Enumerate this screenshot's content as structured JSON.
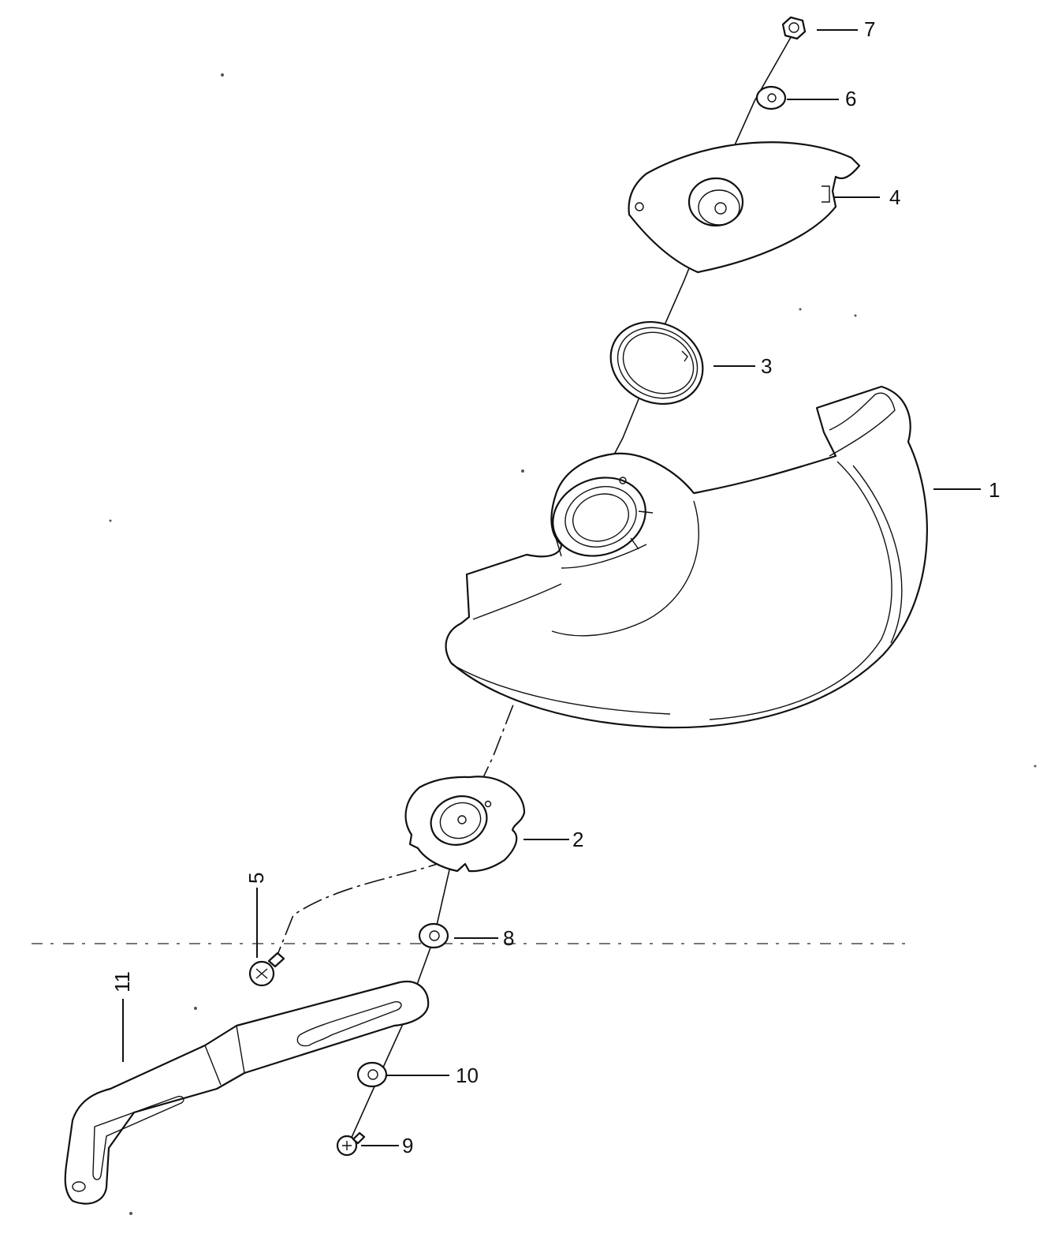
{
  "diagram": {
    "callouts": [
      {
        "id": "1",
        "text": "1"
      },
      {
        "id": "2",
        "text": "2"
      },
      {
        "id": "3",
        "text": "3"
      },
      {
        "id": "4",
        "text": "4"
      },
      {
        "id": "5",
        "text": "5"
      },
      {
        "id": "6",
        "text": "6"
      },
      {
        "id": "7",
        "text": "7"
      },
      {
        "id": "8",
        "text": "8"
      },
      {
        "id": "9",
        "text": "9"
      },
      {
        "id": "10",
        "text": "10"
      },
      {
        "id": "11",
        "text": "11"
      }
    ],
    "parts": [
      "lower-blade-guard",
      "guard-plate",
      "torsion-spring",
      "cover-plate",
      "screw",
      "washer",
      "hex-nut",
      "washer",
      "screw",
      "washer",
      "link-arm"
    ]
  }
}
